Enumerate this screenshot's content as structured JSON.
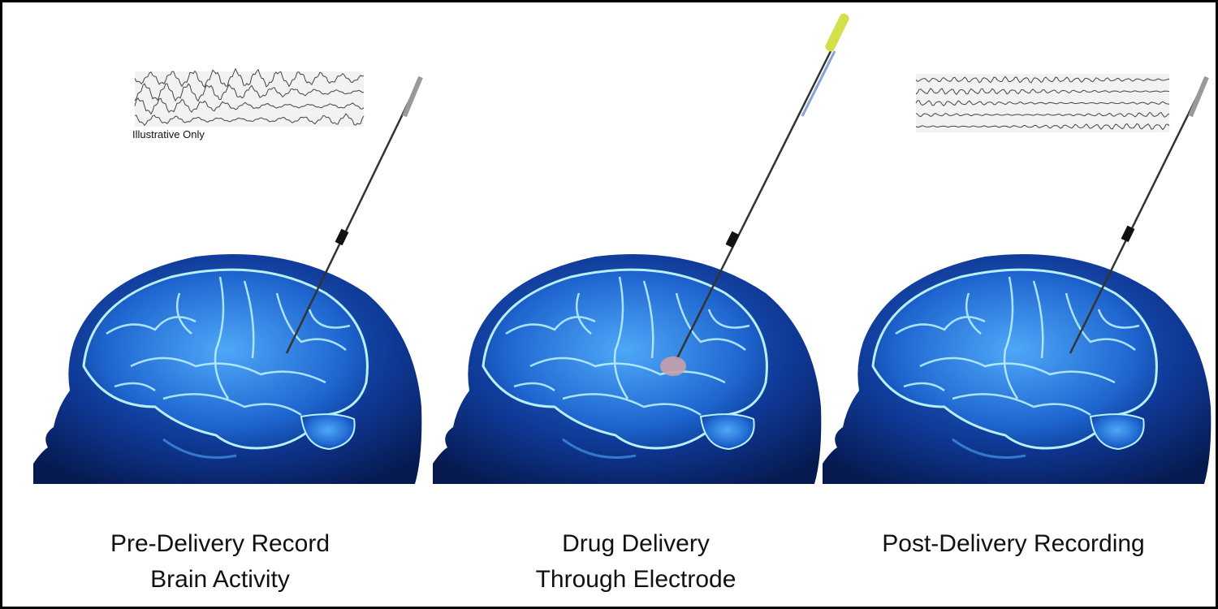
{
  "panels": [
    {
      "caption_line1": "Pre-Delivery Record",
      "caption_line2": "Brain Activity",
      "eeg_note": "Illustrative Only",
      "eeg_style": "seizure"
    },
    {
      "caption_line1": "Drug Delivery",
      "caption_line2": "Through Electrode",
      "drug_color": "#c8a0a8",
      "syringe_color": "#d4e04a"
    },
    {
      "caption_line1": "Post-Delivery Recording",
      "eeg_style": "normal"
    }
  ],
  "colors": {
    "head": "#0d2f80",
    "brain": "#2f7fe0",
    "brain_highlight": "#b8f0ff"
  }
}
